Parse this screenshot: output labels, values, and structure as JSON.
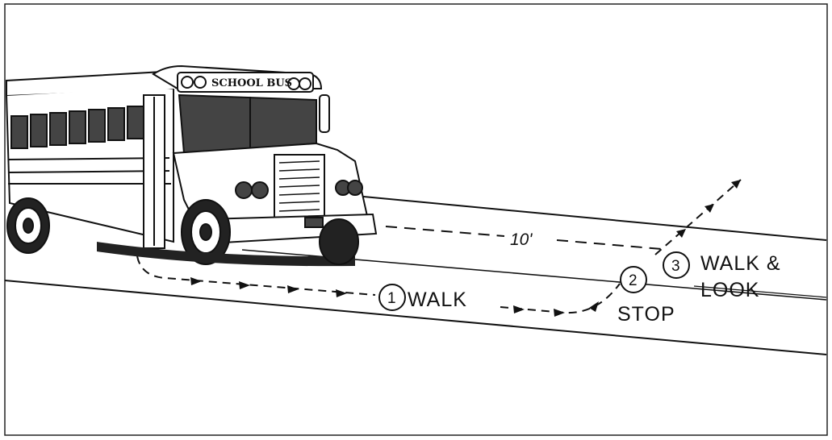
{
  "bus_sign": "SCHOOL BUS",
  "distance_label": "10'",
  "steps": [
    {
      "number": "1",
      "label": "WALK"
    },
    {
      "number": "2",
      "label": "STOP"
    },
    {
      "number": "3",
      "label_line1": "WALK &",
      "label_line2": "LOOK"
    }
  ]
}
